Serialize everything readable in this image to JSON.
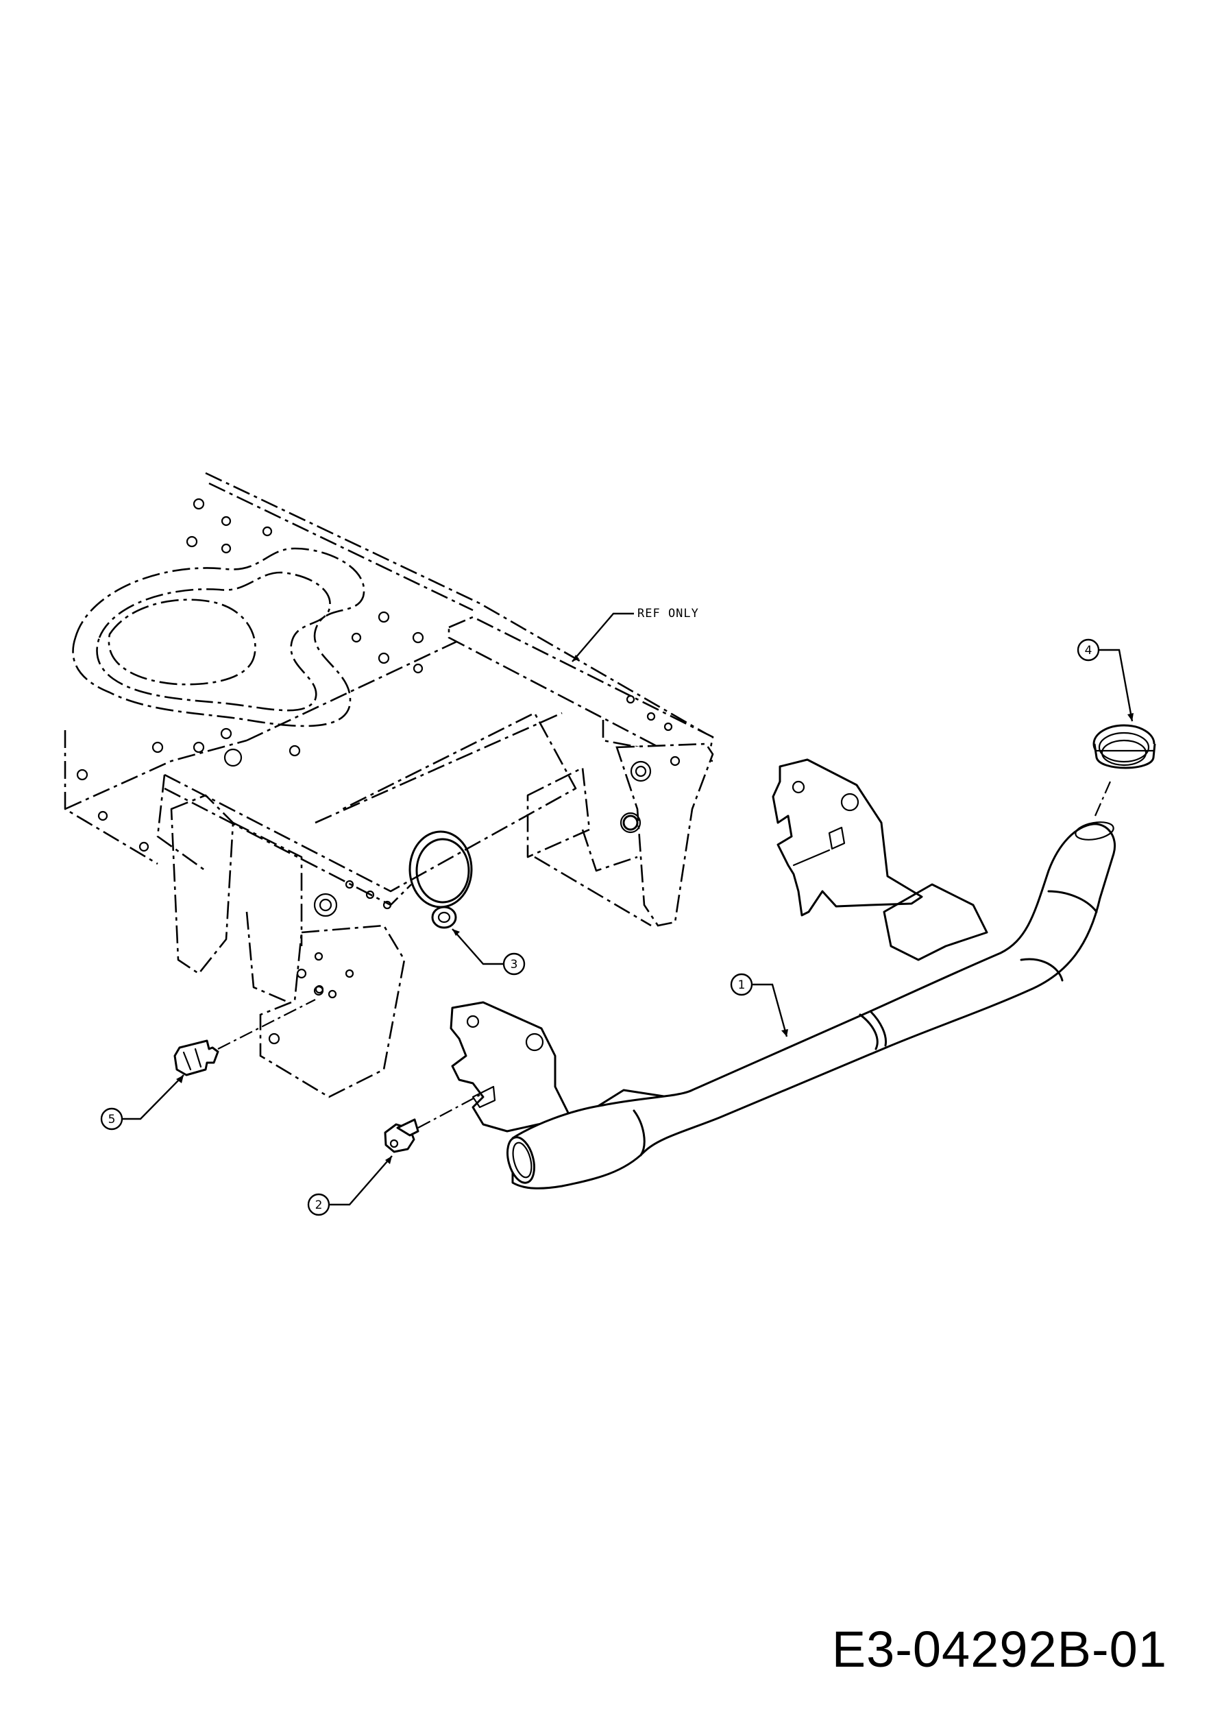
{
  "drawing_number": "E3-04292B-01",
  "reference_note": "REF ONLY",
  "callouts": [
    {
      "number": "1",
      "part": "bumper-tube"
    },
    {
      "number": "2",
      "part": "flange-screw"
    },
    {
      "number": "3",
      "part": "lock-nut"
    },
    {
      "number": "4",
      "part": "end-cap"
    },
    {
      "number": "5",
      "part": "hex-bolt"
    }
  ]
}
